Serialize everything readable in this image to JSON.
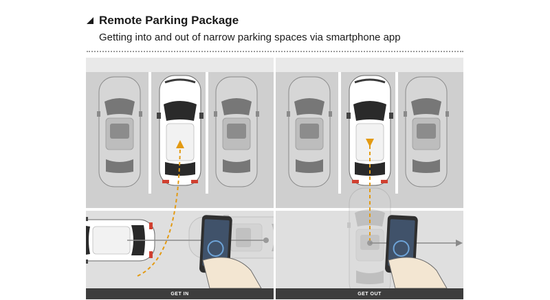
{
  "header": {
    "title": "Remote Parking Package",
    "subtitle": "Getting into and out of narrow parking spaces via smartphone app"
  },
  "panels": [
    {
      "label": "GET IN"
    },
    {
      "label": "GET OUT"
    }
  ],
  "colors": {
    "accent": "#e39a12",
    "footer": "#3d3d3d",
    "car_body": "#d6d6d6",
    "car_highlight": "#ffffff",
    "glass": "#2a2a2a"
  }
}
